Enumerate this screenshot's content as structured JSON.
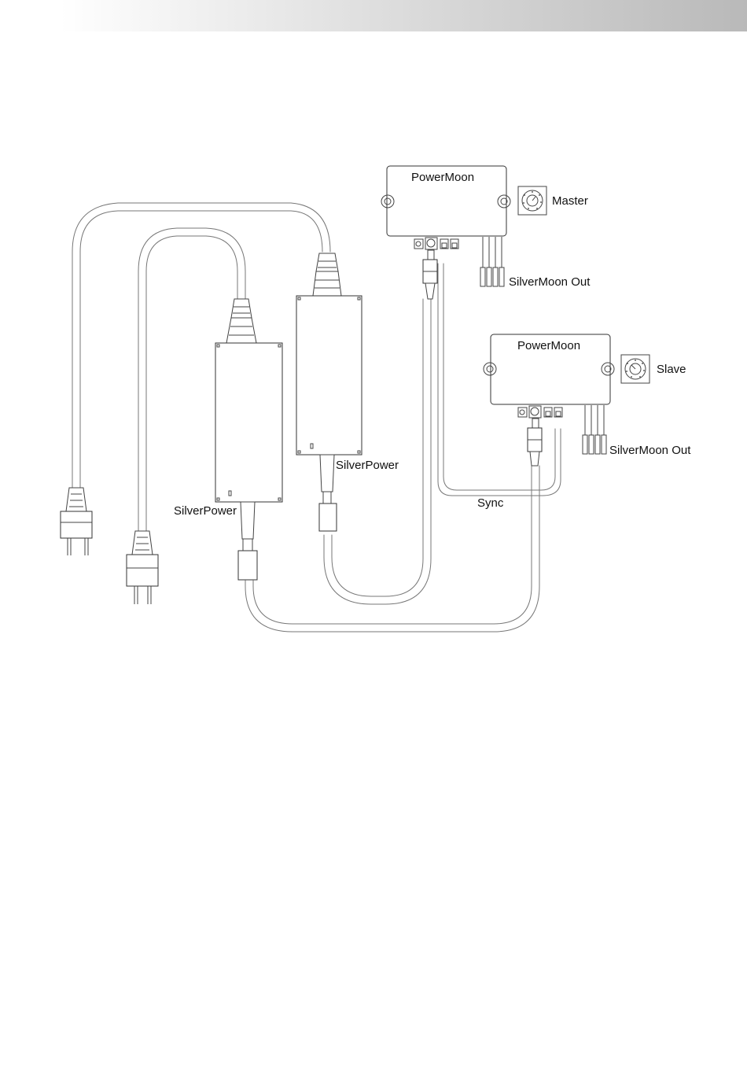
{
  "colors": {
    "line": "#333333",
    "wire": "#777777",
    "header_gradient_end": "#b9b9b9"
  },
  "labels": {
    "controller_master_title": "PowerMoon",
    "controller_slave_title": "PowerMoon",
    "master": "Master",
    "slave": "Slave",
    "out_master": "SilverMoon Out",
    "out_slave": "SilverMoon Out",
    "supply_right": "SilverPower",
    "supply_left": "SilverPower",
    "sync": "Sync"
  }
}
